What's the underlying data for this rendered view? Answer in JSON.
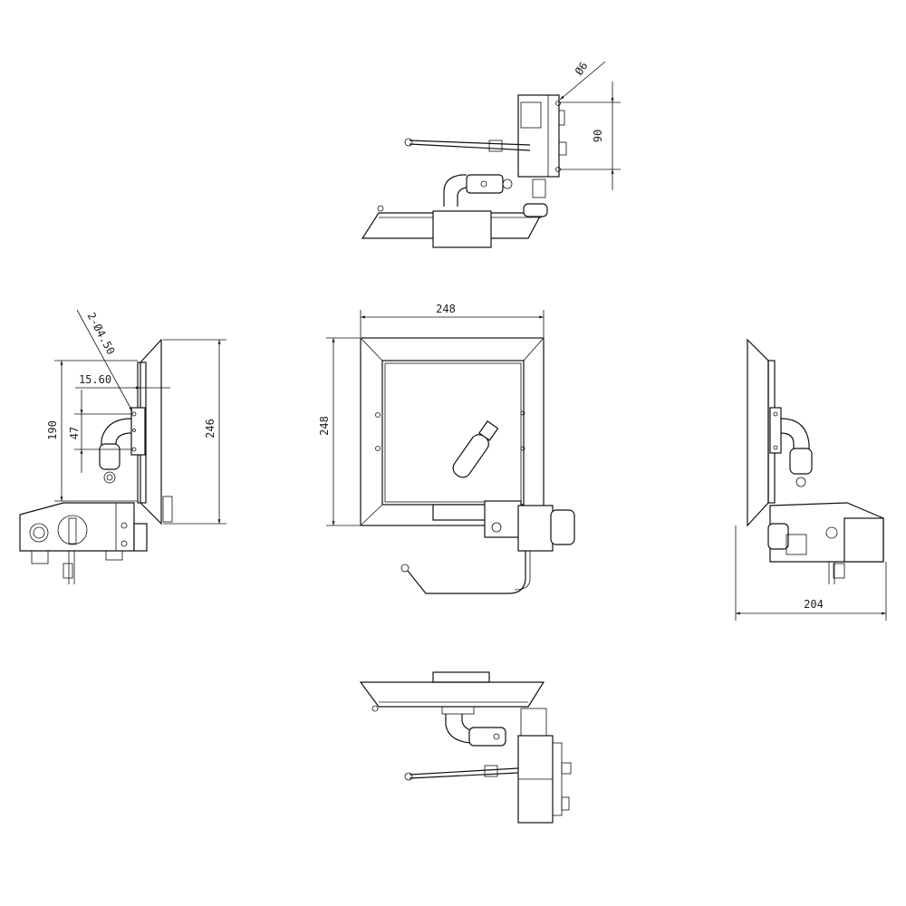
{
  "drawing": {
    "views": [
      "top-view",
      "front-view",
      "left-view",
      "right-view",
      "bottom-view"
    ],
    "dimensions": {
      "top_hole_diameter": "Ø6",
      "top_hole_spacing": "90",
      "front_width": "248",
      "front_height": "248",
      "left_holes": "2-Ø4.50",
      "left_offset": "15.60",
      "left_height": "190",
      "left_hole_spacing": "47",
      "left_total_height": "246",
      "right_depth": "204"
    },
    "line_color": "#111111",
    "background": "#ffffff"
  }
}
